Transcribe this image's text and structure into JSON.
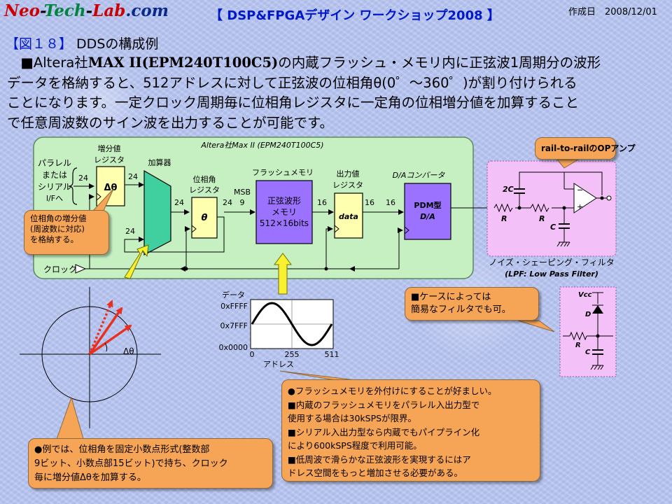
{
  "header": {
    "brand": {
      "neo": "Neo",
      "d1": "-",
      "tech": "Tech",
      "d2": "-",
      "lab": "Lab",
      "com": ".com"
    },
    "title": "【 DSP&FPGAデザイン ワークショップ2008 】",
    "date_label": "作成日　2008/12/01"
  },
  "slide": {
    "title_bracket": "【図１８】",
    "title_text": " DDSの構成例",
    "body": {
      "l1a": "　■Altera社",
      "l1b": "MAX II(EPM240T100C5)",
      "l1c": "の内蔵フラッシュ・メモリ内に正弦波1周期分の波形",
      "l2": "データを格納すると、512アドレスに対して正弦波の位相角θ(0゜～360゜)が割り付けられる",
      "l3": "ことになります。一定クロック周期毎に位相角レジスタに一定角の位相増分値を加算すること",
      "l4": "で任意周波数のサイン波を出力することが可能です。"
    }
  },
  "block": {
    "device": "Altera社Max II (EPM240T100C5)",
    "input_l1": "パラレル",
    "input_l2": "または",
    "input_l3": "シリアル",
    "input_l4": "I/Fへ",
    "inc_reg_l1": "増分値",
    "inc_reg_l2": "レジスタ",
    "inc_reg_box": "Δθ",
    "adder": "加算器",
    "phase_reg_l1": "位相角",
    "phase_reg_l2": "レジスタ",
    "phase_reg_box": "θ",
    "msb": "MSB",
    "flash_title": "フラッシュメモリ",
    "flash_l1": "正弦波形",
    "flash_l2": "メモリ",
    "flash_l3": "512×16bits",
    "out_reg_l1": "出力値",
    "out_reg_l2": "レジスタ",
    "out_reg_box": "data",
    "dac_title": "D/Aコンバータ",
    "dac_l1": "PDM型",
    "dac_l2": "D/A",
    "clock": "クロック",
    "bw_24a": "24",
    "bw_24b": "24",
    "bw_24c": "24",
    "bw_24d": "24",
    "bw_9": "9",
    "bw_16a": "16",
    "bw_16b": "16",
    "bw_16c": "16"
  },
  "filter": {
    "opamp_label": "rail-to-railのOPアンプ",
    "c2": "2C",
    "r1": "R",
    "r2": "R",
    "c": "C",
    "minus": "−",
    "plus": "+",
    "caption_l1": "ノイズ・シェーピング・フィルタ",
    "caption_l2": "(LPF: Low Pass Filter)"
  },
  "simple_filter": {
    "vcc": "Vcc",
    "d": "D",
    "r": "R",
    "c": "C",
    "note_l1": "■ケースによっては",
    "note_l2": "簡易なフィルタでも可。"
  },
  "sine_plot": {
    "ylabel": "データ",
    "xlabel": "アドレス",
    "yticks": [
      "0xFFFF",
      "0x7FFF",
      "0x0000"
    ],
    "xticks": [
      "0",
      "255",
      "511"
    ]
  },
  "phase_circle": {
    "delta_label": "Δθ"
  },
  "callouts": {
    "inc": [
      "位相角の増分値",
      "(周波数に対応)",
      "を格納する。"
    ],
    "fixed_point": [
      "●例では、位相角を固定小数点形式(整数部",
      "9ビット、小数点部15ビット)で持ち、クロック",
      "毎に増分値Δθを加算する。"
    ],
    "flash": [
      "●フラッシュメモリを外付けにすることが好ましい。",
      "■内蔵のフラッシュメモリをパラレル入出力型で",
      "使用する場合は30kSPSが限界。",
      "■シリアル入出力型なら内蔵でもパイプライン化",
      "により600kSPS程度で利用可能。",
      "■低周波で滑らかな正弦波形を実現するにはア",
      "ドレス空間をもっと増加させる必要がある。"
    ]
  },
  "colors": {
    "header_blue": "#0018c8",
    "fpga_bg": "#c6f0c2",
    "reg_yellow": "#ffffb0",
    "flash_purple": "#9b72ff",
    "filter_pink": "#f4c0f8",
    "callout_orange": "#f6a456"
  }
}
